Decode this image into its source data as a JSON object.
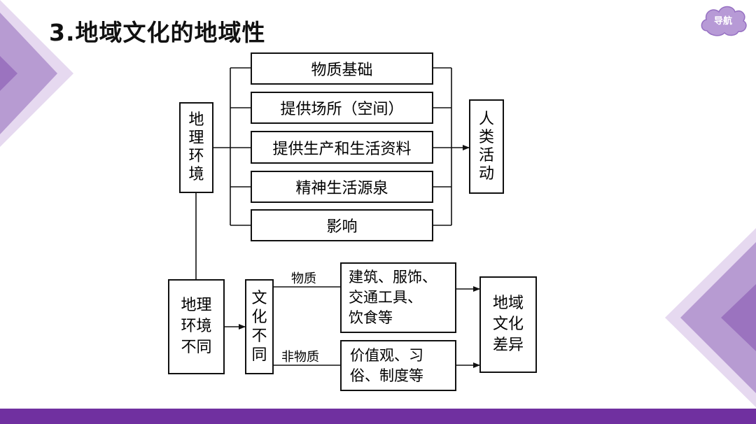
{
  "title": "3.地域文化的地域性",
  "nav": {
    "label": "导航"
  },
  "colors": {
    "accent": "#7030a0",
    "deco_light": "#d9c6e8",
    "deco_mid": "#b79bd2",
    "deco_dark": "#9b73bf",
    "nav_fill": "#b79ad6"
  },
  "diagram": {
    "env_chars": [
      "地",
      "理",
      "环",
      "境"
    ],
    "functions": [
      "物质基础",
      "提供场所（空间）",
      "提供生产和生活资料",
      "精神生活源泉",
      "影响"
    ],
    "human_chars": [
      "人",
      "类",
      "活",
      "动"
    ],
    "env_diff_lines": [
      "地理",
      "环境",
      "不同"
    ],
    "culture_diff_chars": [
      "文",
      "化",
      "不",
      "同"
    ],
    "material_label": "物质",
    "material_items_lines": [
      "建筑、服饰、",
      "交通工具、",
      "饮食等"
    ],
    "nonmaterial_label": "非物质",
    "nonmaterial_items_lines": [
      "价值观、习",
      "俗、制度等"
    ],
    "regional_lines": [
      "地域",
      "文化",
      "差异"
    ]
  }
}
